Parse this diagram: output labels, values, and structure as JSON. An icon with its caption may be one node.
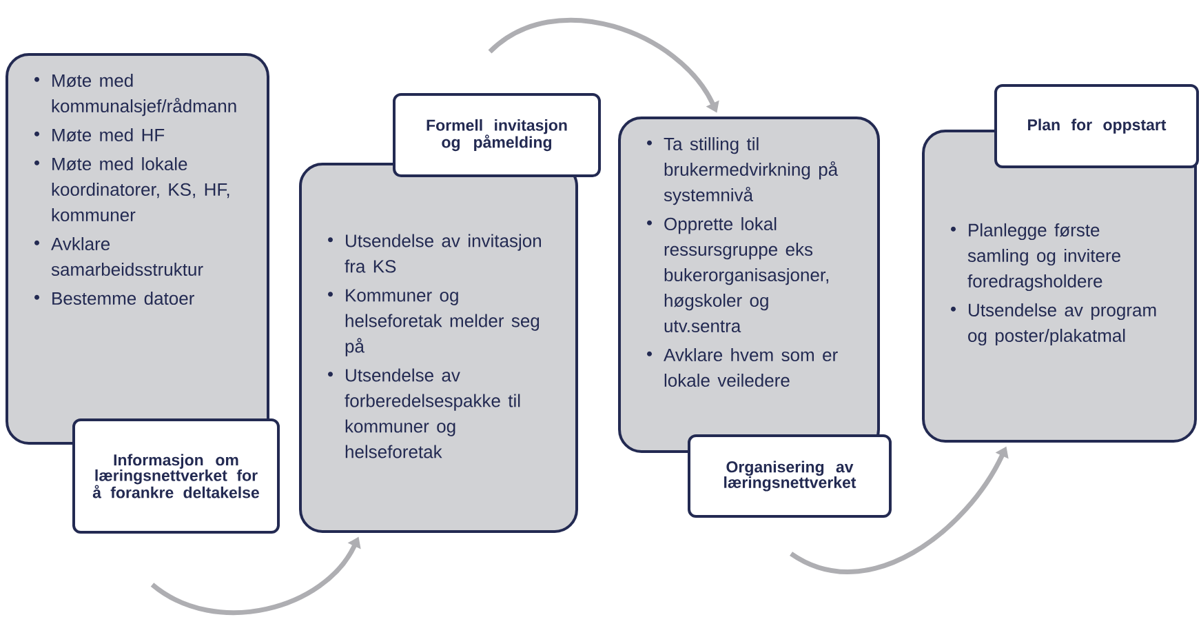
{
  "diagram": {
    "nodes": [
      {
        "text": [
          "Møte med kommunalsjef/rådmann",
          "Møte med HF",
          "Møte med lokale koordinatorer, KS, HF, kommuner",
          "Avklare samarbeidsstruktur",
          "Bestemme datoer"
        ]
      },
      {
        "text": [
          "Informasjon om læringsnettverket for å forankre deltakelse"
        ]
      },
      {
        "text": [
          "Utsendelse av invitasjon fra KS",
          "Kommuner og helseforetak melder seg på",
          "Utsendelse av forberedelsespakke til kommuner og helseforetak"
        ]
      },
      {
        "text": [
          "Formell invitasjon og påmelding"
        ]
      },
      {
        "text": [
          "Ta stilling til brukermedvirkning på systemnivå",
          "Opprette lokal ressursgruppe eks bukerorganisasjoner, høgskoler og utv.sentra",
          "Avklare hvem som er lokale veiledere"
        ]
      },
      {
        "text": [
          "Organisering av læringsnettverket"
        ]
      },
      {
        "text": [
          "Planlegge første samling og invitere foredragsholdere",
          "Utsendelse av program og poster/plakatmal"
        ]
      },
      {
        "text": [
          "Plan for oppstart"
        ]
      }
    ],
    "edges": [
      {
        "from": null,
        "to": 2,
        "arrow": "to"
      },
      {
        "from": null,
        "to": 4,
        "arrow": "to"
      },
      {
        "from": null,
        "to": 6,
        "arrow": "to"
      }
    ]
  }
}
